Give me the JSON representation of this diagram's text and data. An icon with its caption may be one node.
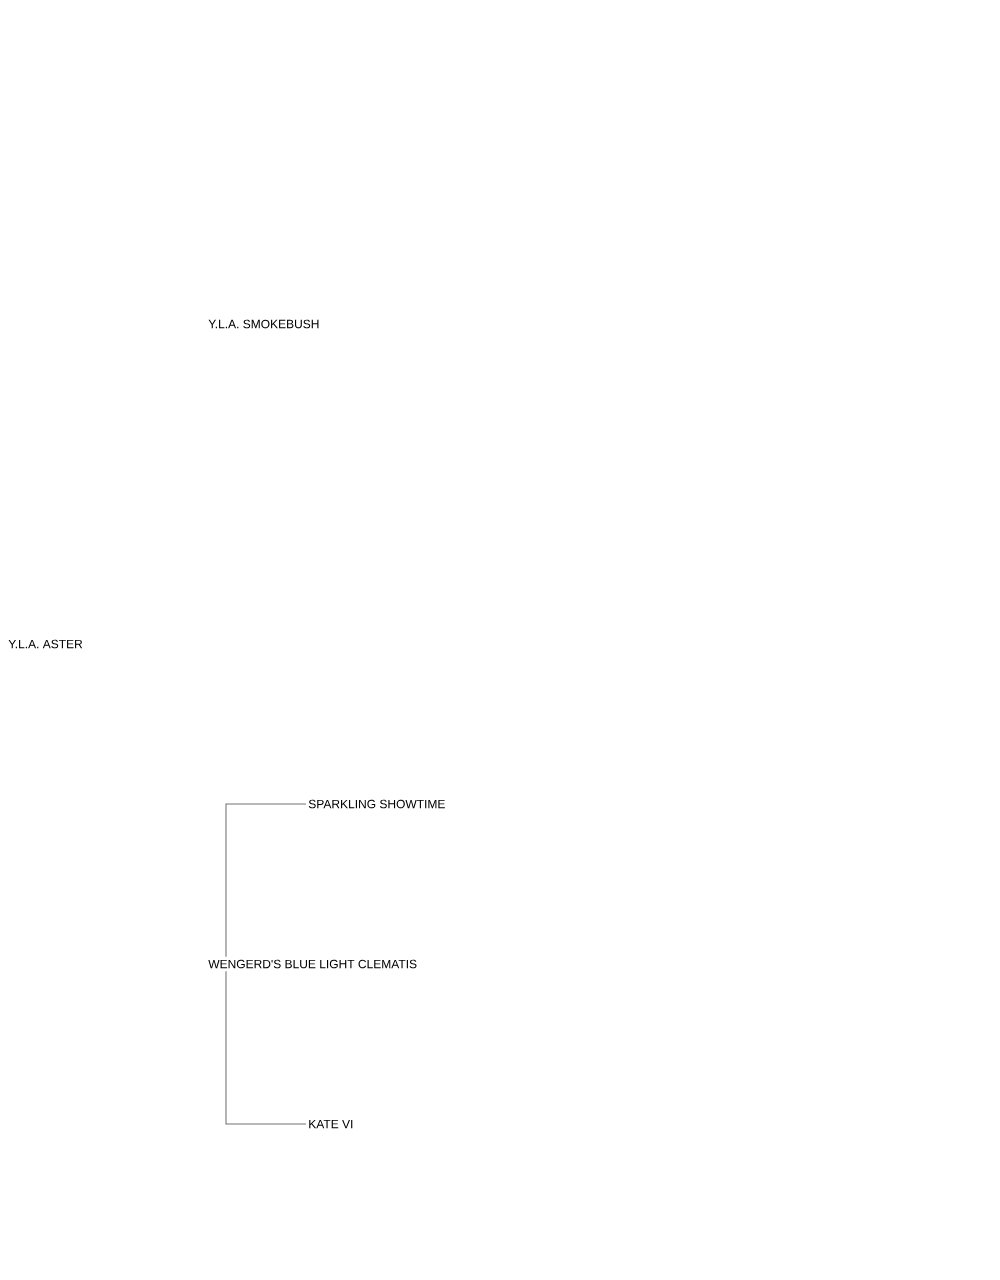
{
  "diagram": {
    "nodes": [
      {
        "text": [
          "Y.L.A. SMOKEBUSH"
        ]
      },
      {
        "text": [
          "Y.L.A. ASTER"
        ]
      },
      {
        "text": [
          "SPARKLING SHOWTIME"
        ]
      },
      {
        "text": [
          "WENGERD'S BLUE LIGHT CLEMATIS"
        ]
      },
      {
        "text": [
          "KATE VI"
        ]
      }
    ],
    "edges": [
      {
        "from": 3,
        "to": 2,
        "arrow": "none"
      },
      {
        "from": 3,
        "to": 4,
        "arrow": "none"
      }
    ]
  }
}
